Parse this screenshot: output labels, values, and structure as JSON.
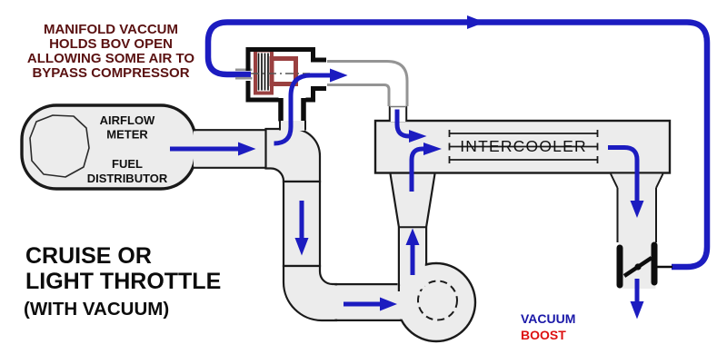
{
  "annotation": {
    "line1": "MANIFOLD VACCUM",
    "line2": "HOLDS BOV OPEN",
    "line3": "ALLOWING SOME AIR TO",
    "line4": "BYPASS COMPRESSOR"
  },
  "airflow_meter": {
    "label_line1": "AIRFLOW",
    "label_line2": "METER",
    "label_line3": "FUEL",
    "label_line4": "DISTRIBUTOR"
  },
  "intercooler": {
    "label": "INTERCOOLER"
  },
  "title": {
    "line1": "CRUISE OR",
    "line2": "LIGHT THROTTLE",
    "line3": "(WITH VACUUM)"
  },
  "legend": {
    "vacuum_label": "VACUUM",
    "boost_label": "BOOST",
    "vacuum_color": "#1a18a8",
    "boost_color": "#dd1111"
  },
  "colors": {
    "flow_blue": "#1c1cc0",
    "annotation_red": "#5a1111",
    "pipe_gray": "#949494",
    "duct_fill": "#ececec",
    "outline_black": "#1a1a1a",
    "valve_maroon": "#9a4040"
  }
}
